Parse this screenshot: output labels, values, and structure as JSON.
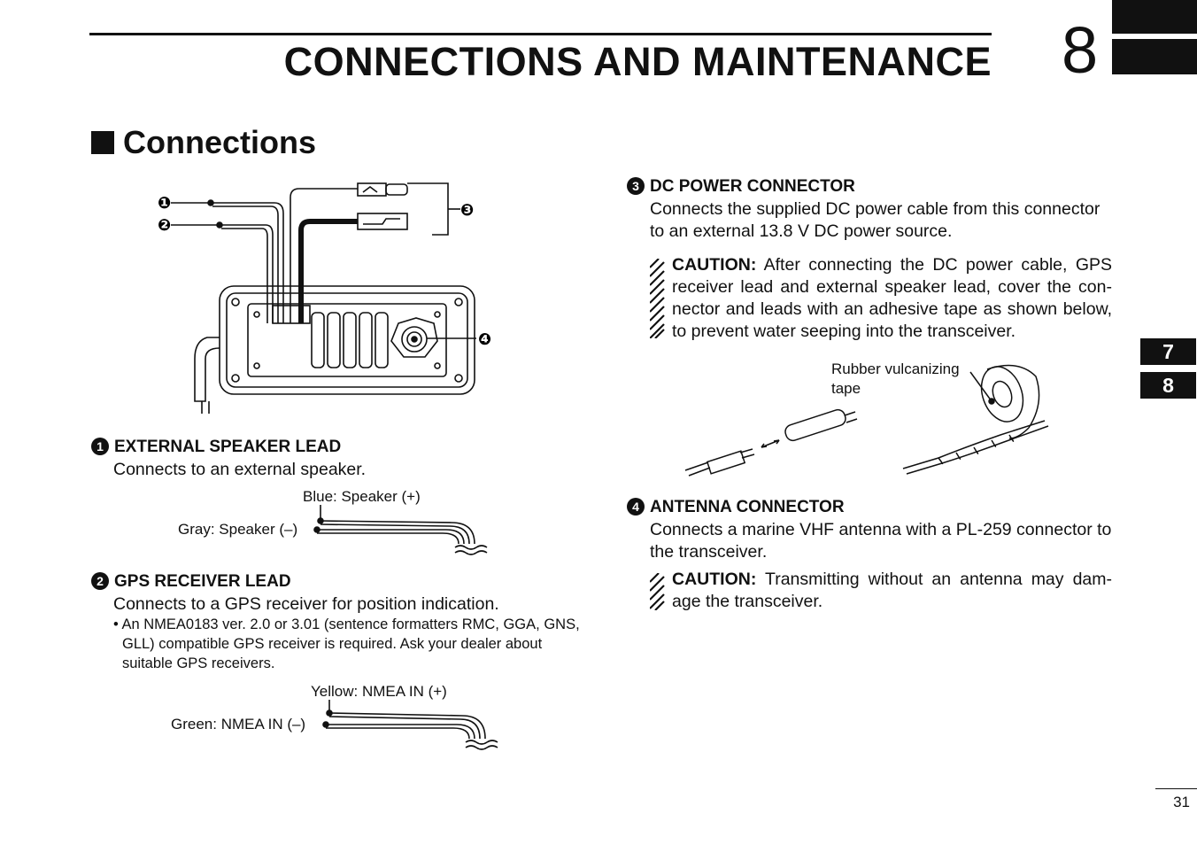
{
  "header": {
    "chapter_title": "CONNECTIONS AND MAINTENANCE",
    "chapter_number": "8"
  },
  "section": {
    "title": "Connections"
  },
  "diagram": {
    "callouts": [
      "❶",
      "❷",
      "❸",
      "❹"
    ]
  },
  "item1": {
    "marker": "1",
    "heading": "EXTERNAL SPEAKER LEAD",
    "text": "Connects to an external speaker.",
    "wire_labels": {
      "top": "Blue: Speaker (+)",
      "bottom": "Gray: Speaker (–)"
    }
  },
  "item2": {
    "marker": "2",
    "heading": "GPS RECEIVER LEAD",
    "text": "Connects to a GPS receiver for position indication.",
    "bullet": "• An NMEA0183 ver. 2.0 or 3.01 (sentence formatters RMC, GGA, GNS, GLL) compatible GPS receiver is required. Ask your dealer about suitable GPS receivers.",
    "wire_labels": {
      "top": "Yellow: NMEA IN (+)",
      "bottom": "Green: NMEA IN (–)"
    }
  },
  "item3": {
    "marker": "3",
    "heading": "DC POWER CONNECTOR",
    "text": "Connects the supplied DC power cable from this connector to an external 13.8 V DC power source.",
    "caution_label": "CAUTION:",
    "caution_text": " After connecting the DC power cable, GPS receiver lead and external speaker lead, cover the con-nector and leads with an adhesive tape as shown below, to prevent water seeping into the transceiver.",
    "tape_label": "Rubber vulcanizing tape"
  },
  "item4": {
    "marker": "4",
    "heading": "ANTENNA CONNECTOR",
    "text": "Connects a marine VHF antenna with a PL-259 connector to the transceiver.",
    "caution_label": "CAUTION:",
    "caution_text": " Transmitting without an antenna may dam-age the transceiver."
  },
  "side_tabs": [
    "7",
    "8"
  ],
  "page_number": "31"
}
